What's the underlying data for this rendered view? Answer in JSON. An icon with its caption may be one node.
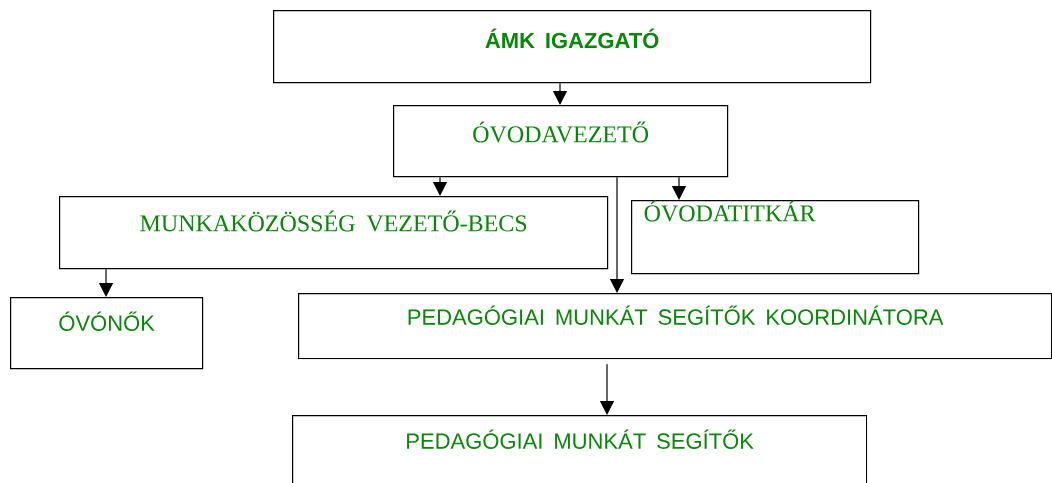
{
  "diagram": {
    "nodes": [
      {
        "text": [
          "ÁMK IGAZGATÓ"
        ]
      },
      {
        "text": [
          "ÓVODAVEZETŐ"
        ]
      },
      {
        "text": [
          "MUNKAKÖZÖSSÉG VEZETŐ-BECS"
        ]
      },
      {
        "text": [
          "ÓVODATITKÁR"
        ]
      },
      {
        "text": [
          "ÓVÓNŐK"
        ]
      },
      {
        "text": [
          "PEDAGÓGIAI MUNKÁT SEGÍTŐK KOORDINÁTORA"
        ]
      },
      {
        "text": [
          "PEDAGÓGIAI MUNKÁT SEGÍTŐK"
        ]
      }
    ],
    "edges": [
      {
        "from": 0,
        "to": 1,
        "arrow": "to"
      },
      {
        "from": 1,
        "to": 2,
        "arrow": "to"
      },
      {
        "from": 1,
        "to": 3,
        "arrow": "to"
      },
      {
        "from": 1,
        "to": 5,
        "arrow": "to"
      },
      {
        "from": 2,
        "to": 4,
        "arrow": "to"
      },
      {
        "from": 5,
        "to": 6,
        "arrow": "to"
      }
    ]
  }
}
